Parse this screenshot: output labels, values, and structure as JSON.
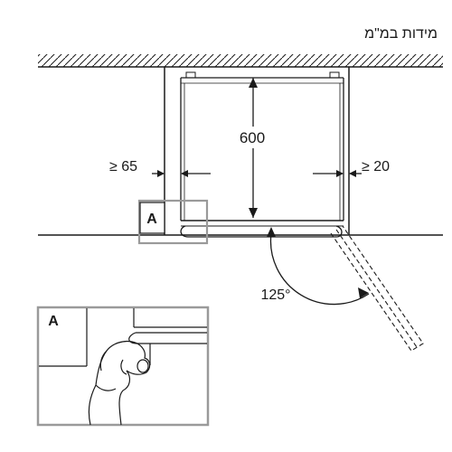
{
  "caption": "מידות במ\"מ",
  "dimensions": {
    "height": "600",
    "left_gap": "≥ 65",
    "right_gap": "≥ 20",
    "door_angle": "125°"
  },
  "callouts": {
    "detail_marker": "A",
    "detail_title": "A"
  },
  "colors": {
    "line": "#1a1a1a",
    "callout_frame": "#9a9a9a",
    "background": "#ffffff"
  }
}
